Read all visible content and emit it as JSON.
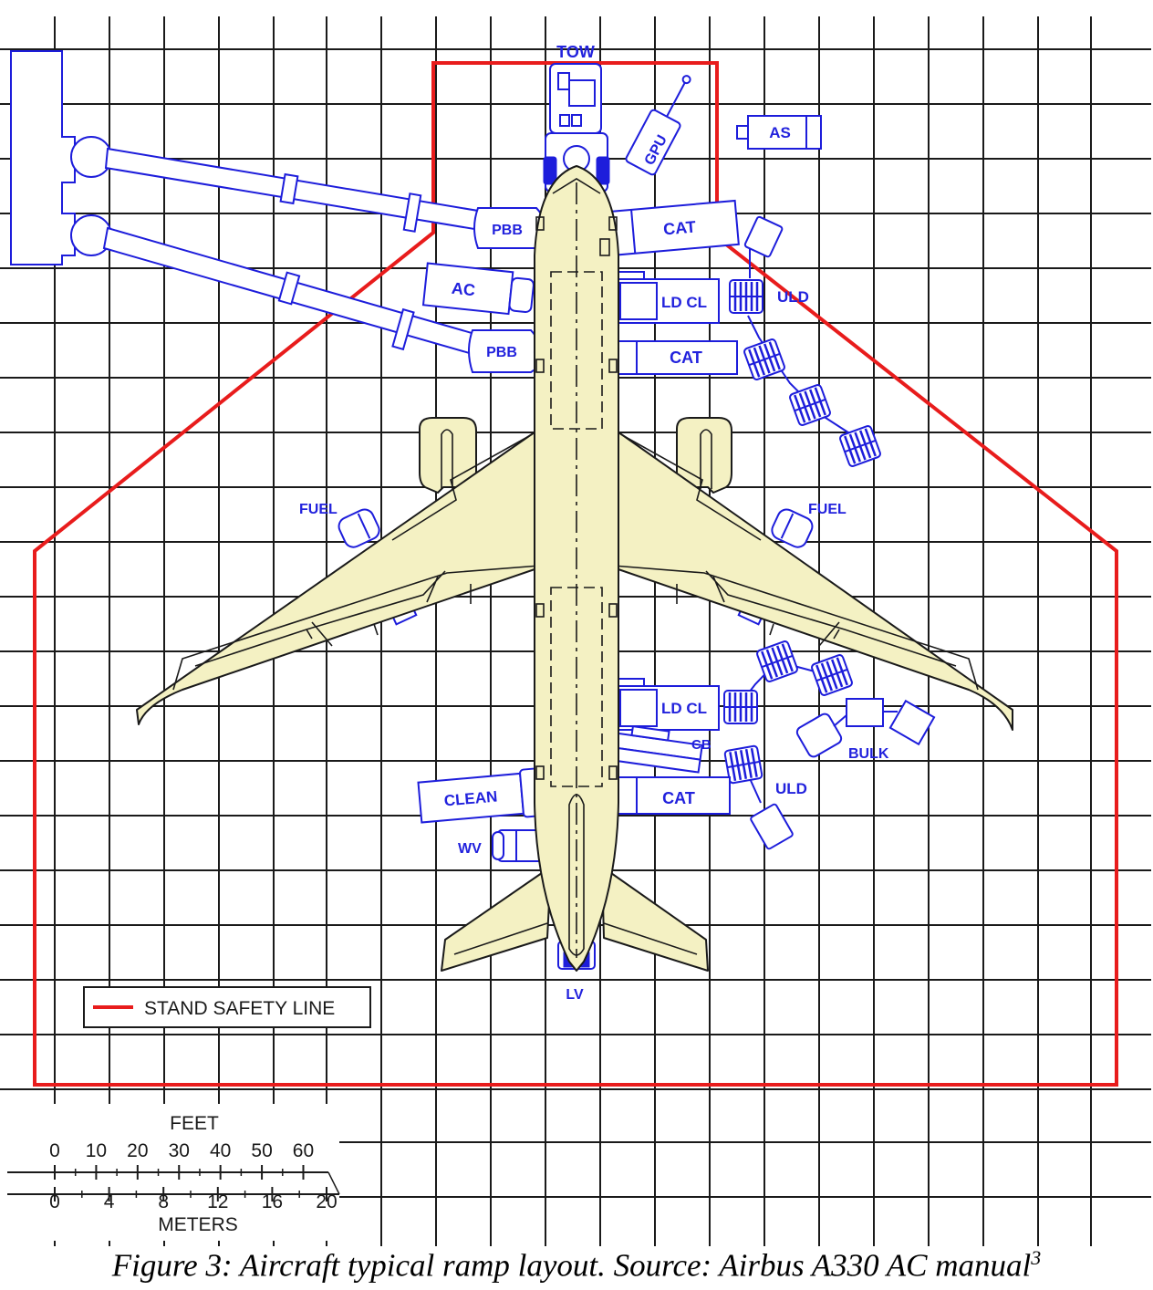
{
  "labels": {
    "tow": "TOW",
    "gpu": "GPU",
    "as": "AS",
    "pbb_fwd": "PBB",
    "pbb_aft": "PBB",
    "cat_fwd_1": "CAT",
    "cat_fwd_2": "CAT",
    "cat_aft": "CAT",
    "ac": "AC",
    "ld_cl_fwd": "LD CL",
    "ld_cl_aft": "LD CL",
    "uld_fwd": "ULD",
    "uld_aft": "ULD",
    "fuel_left": "FUEL",
    "fuel_right": "FUEL",
    "cb": "CB",
    "bulk": "BULK",
    "clean": "CLEAN",
    "wv": "WV",
    "lv": "LV"
  },
  "legend": {
    "stand_safety_line": "STAND SAFETY LINE",
    "color": "#e81c1c"
  },
  "scale": {
    "feet_title": "FEET",
    "feet_ticks": [
      "0",
      "10",
      "20",
      "30",
      "40",
      "50",
      "60"
    ],
    "meters_ticks": [
      "0",
      "4",
      "8",
      "12",
      "16",
      "20"
    ],
    "meters_title": "METERS"
  },
  "caption": {
    "text": "Figure 3: Aircraft typical ramp layout. Source: Airbus A330 AC manual",
    "superscript": "3"
  },
  "colors": {
    "equipment": "#1d1ddb",
    "safety_line": "#e81c1c",
    "aircraft_fill": "#f4f1c3",
    "grid": "#1a1a1a"
  }
}
